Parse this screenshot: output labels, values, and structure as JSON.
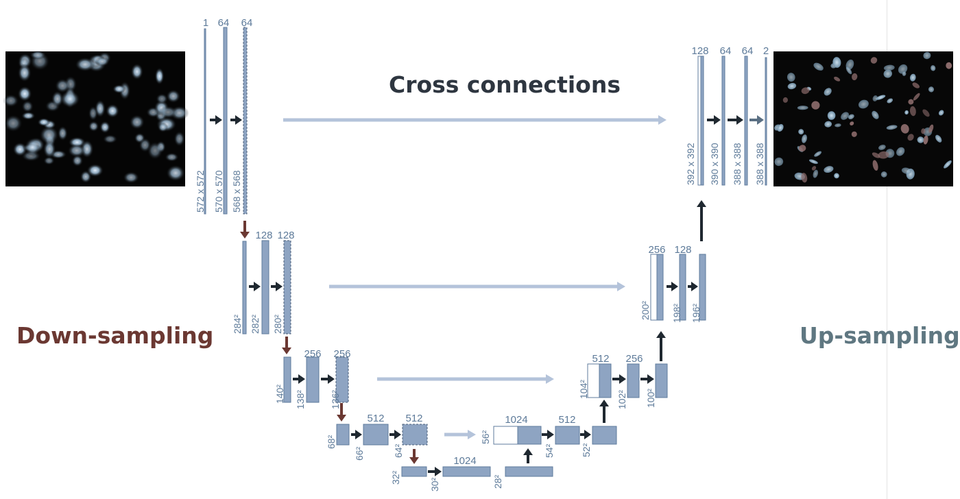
{
  "headings": {
    "title": "Cross connections",
    "down": "Down-sampling",
    "up": "Up-sampling"
  },
  "colors": {
    "block": "#8ea4c2",
    "block_stroke": "#5f7b9c",
    "label": "#5d7a99",
    "arrow_dark": "#1f2830",
    "arrow_down": "#6b3832",
    "skip_arrow": "#b4c3da",
    "down_text": "#6b3832",
    "up_text": "#5f7781",
    "title_text": "#2e3640"
  },
  "images": {
    "input": "nuclei-microscopy-input",
    "output": "segmented-nuclei-output"
  },
  "channel_labels": [
    "1",
    "64",
    "64",
    "128",
    "128",
    "256",
    "256",
    "512",
    "512",
    "1024",
    "1024",
    "512",
    "512",
    "256",
    "256",
    "128",
    "128",
    "64",
    "64",
    "2"
  ],
  "size_labels": [
    "572 x 572",
    "570 x 570",
    "568 x 568",
    "284²",
    "282²",
    "280²",
    "140²",
    "138²",
    "136²",
    "68²",
    "66²",
    "64²",
    "32²",
    "30²",
    "28²",
    "56²",
    "54²",
    "52²",
    "104²",
    "102²",
    "100²",
    "200²",
    "198²",
    "196²",
    "392 x 392",
    "390 x 390",
    "388 x 388",
    "388 x 388"
  ]
}
